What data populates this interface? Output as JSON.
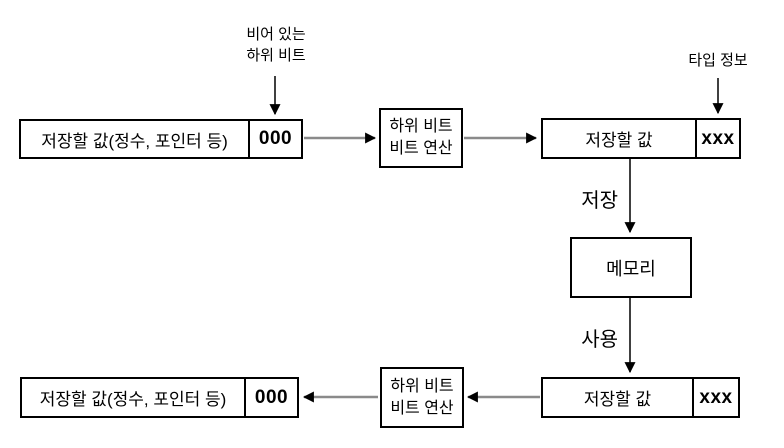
{
  "diagram": {
    "colors": {
      "background": "#ffffff",
      "box_border": "#000000",
      "connector_line": "#8a8a8a",
      "arrowhead": "#000000"
    },
    "annotations": {
      "empty_low_bits_line1": "비어 있는",
      "empty_low_bits_line2": "하위 비트",
      "type_info": "타입 정보"
    },
    "edge_labels": {
      "store": "저장",
      "use": "사용"
    },
    "boxes": {
      "top_value": {
        "label": "저장할 값(정수, 포인터 등)",
        "tag": "000"
      },
      "top_op": {
        "line1": "하위 비트",
        "line2": "비트 연산"
      },
      "top_tagged": {
        "label": "저장할 값",
        "tag": "xxx"
      },
      "memory": {
        "label": "메모리"
      },
      "bottom_tagged": {
        "label": "저장할 값",
        "tag": "xxx"
      },
      "bottom_op": {
        "line1": "하위 비트",
        "line2": "비트 연산"
      },
      "bottom_value": {
        "label": "저장할 값(정수, 포인터 등)",
        "tag": "000"
      }
    }
  }
}
